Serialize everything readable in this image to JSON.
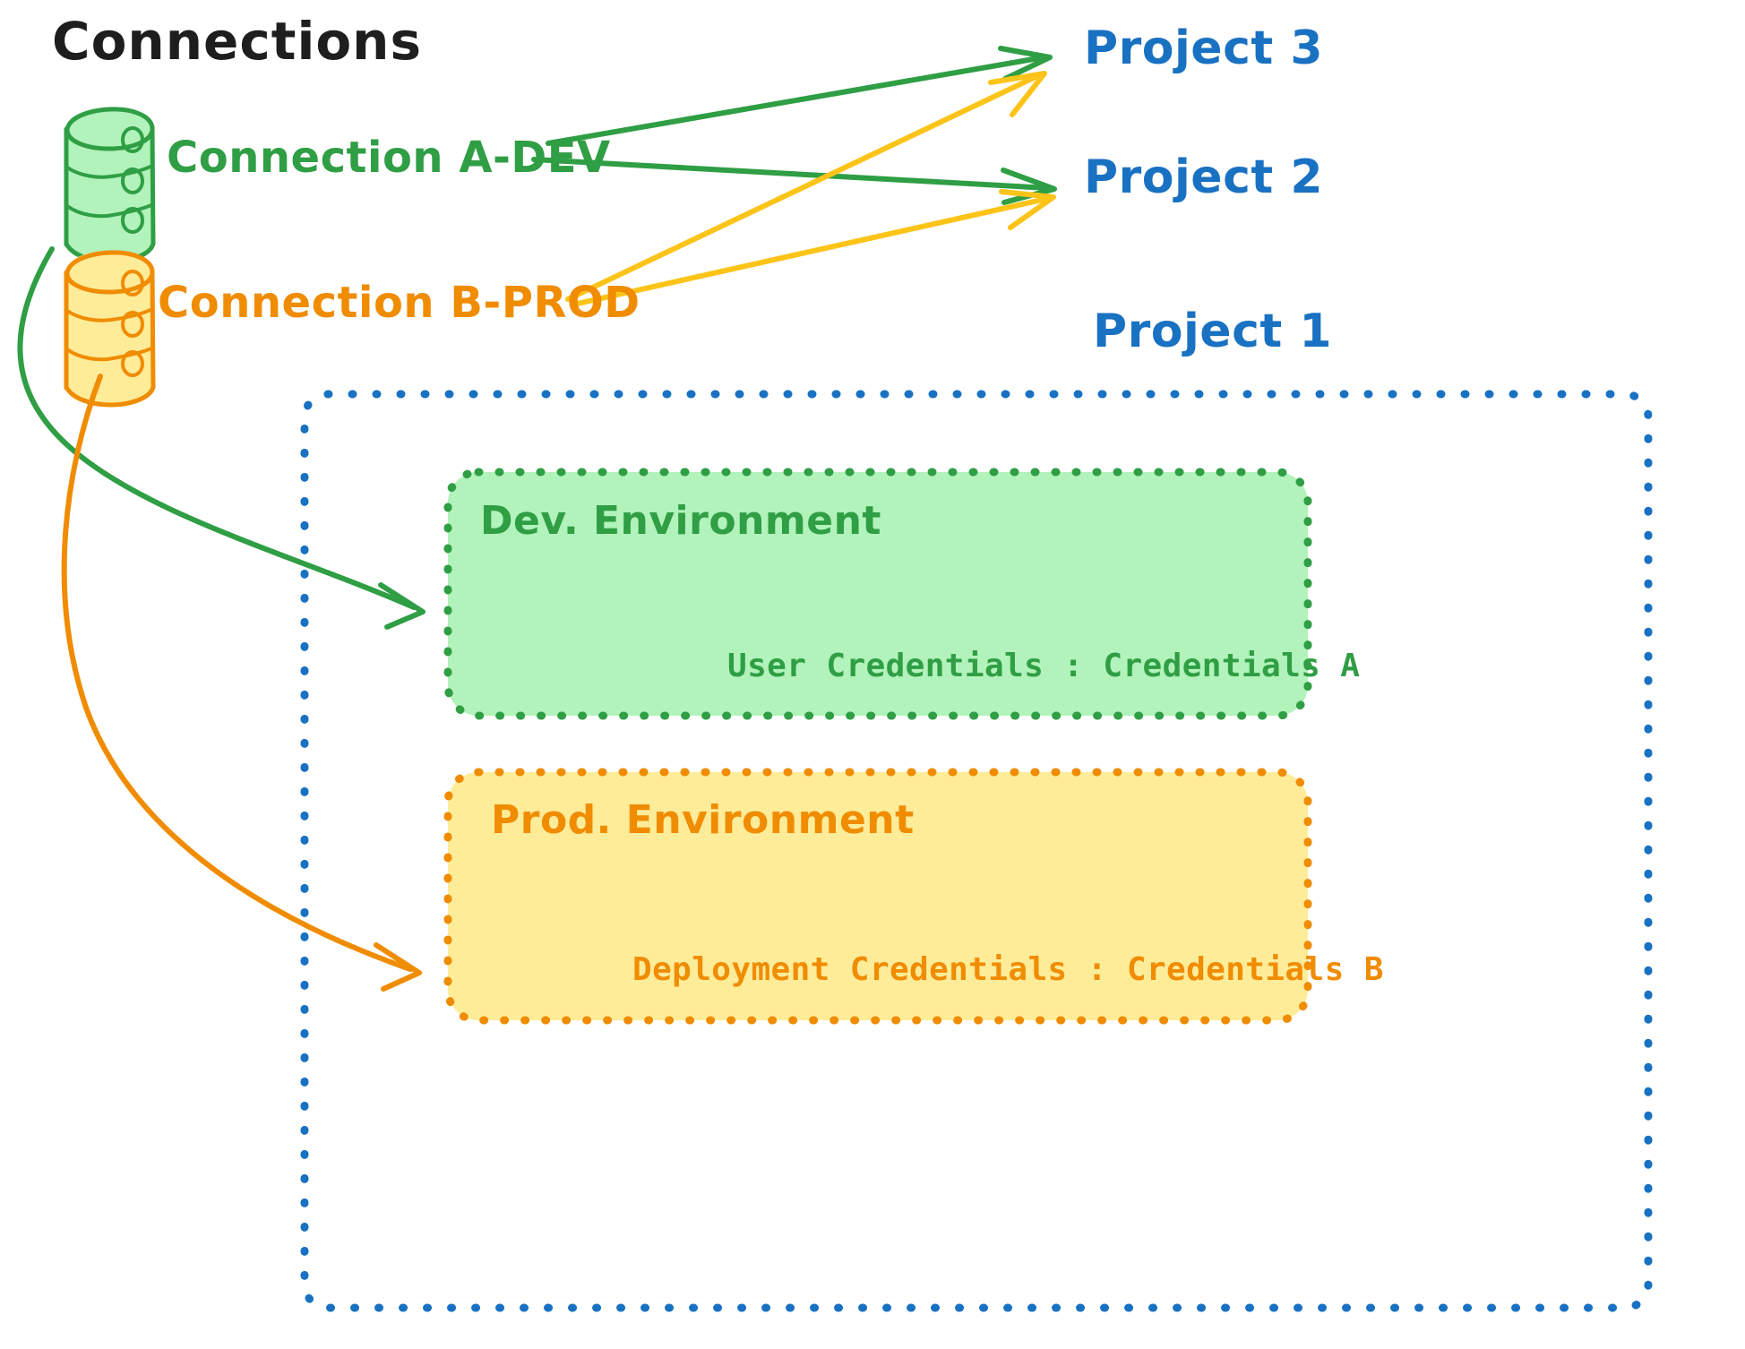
{
  "diagram": {
    "title": "Connections",
    "type": "connections-environments-projects",
    "background": "#ffffff"
  },
  "colors": {
    "green_stroke": "#2f9e44",
    "green_fill": "#b2f2bb",
    "orange_stroke": "#f08c00",
    "orange_fill": "#ffec99",
    "blue_stroke": "#1971c2",
    "title_text": "#1e1e1e"
  },
  "connections": [
    {
      "id": "connection-a-dev",
      "label": "Connection A-DEV",
      "color": "#2f9e44",
      "icon": "database-cylinder-icon",
      "targets": [
        "Project 3",
        "Project 2",
        "Dev. Environment"
      ]
    },
    {
      "id": "connection-b-prod",
      "label": "Connection B-PROD",
      "color": "#f08c00",
      "icon": "database-cylinder-icon",
      "targets": [
        "Project 3",
        "Project 2",
        "Prod. Environment"
      ]
    }
  ],
  "projects": [
    {
      "id": "project-3",
      "label": "Project 3",
      "color": "#1971c2"
    },
    {
      "id": "project-2",
      "label": "Project 2",
      "color": "#1971c2"
    },
    {
      "id": "project-1",
      "label": "Project 1",
      "color": "#1971c2"
    }
  ],
  "project_1_container": {
    "label": "Project 1",
    "border": "dotted",
    "border_color": "#1971c2",
    "environments": [
      {
        "id": "dev-environment",
        "title": "Dev. Environment",
        "credentials_label": "User Credentials",
        "credentials_value": "Credentials A",
        "credentials_line": "User Credentials : Credentials A",
        "fill": "#b2f2bb",
        "stroke": "#2f9e44"
      },
      {
        "id": "prod-environment",
        "title": "Prod. Environment",
        "credentials_label": "Deployment Credentials",
        "credentials_value": "Credentials B",
        "credentials_line": "Deployment Credentials : Credentials B",
        "fill": "#ffec99",
        "stroke": "#f08c00"
      }
    ]
  }
}
